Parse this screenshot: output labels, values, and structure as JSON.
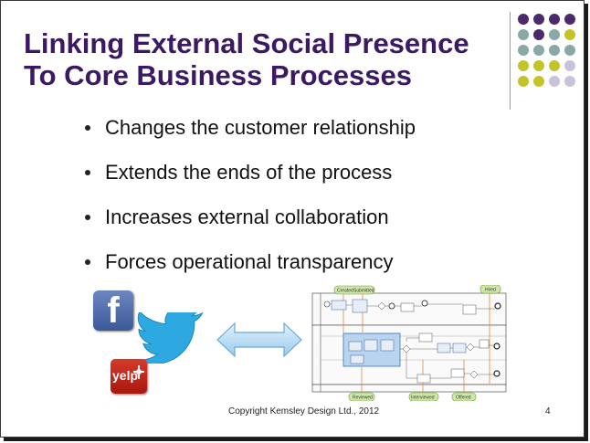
{
  "slide": {
    "title_line1": "Linking External Social Presence",
    "title_line2": "To Core Business Processes",
    "bullets": [
      "Changes the customer relationship",
      "Extends the ends of the process",
      "Increases external collaboration",
      "Forces operational transparency"
    ],
    "footer": "Copyright Kemsley Design Ltd., 2012",
    "page_number": "4"
  },
  "logos": {
    "facebook": "f",
    "yelp": "yelp"
  },
  "process_diagram": {
    "top_labels": [
      "Created",
      "Submitted",
      "Hired"
    ],
    "bottom_labels": [
      "Reviewed",
      "Interviewed",
      "Offered"
    ]
  },
  "colors": {
    "title": "#3b1a63",
    "dot_purple": "#4a2a6a",
    "dot_teal": "#8aa8a6",
    "dot_yellow": "#c4c42a",
    "dot_lavender": "#c9c2da",
    "arrow_fill": "#b9dcf2",
    "arrow_stroke": "#6aa9d8",
    "twitter": "#2ea8e0",
    "facebook": "#3b5998",
    "yelp": "#c41200"
  }
}
